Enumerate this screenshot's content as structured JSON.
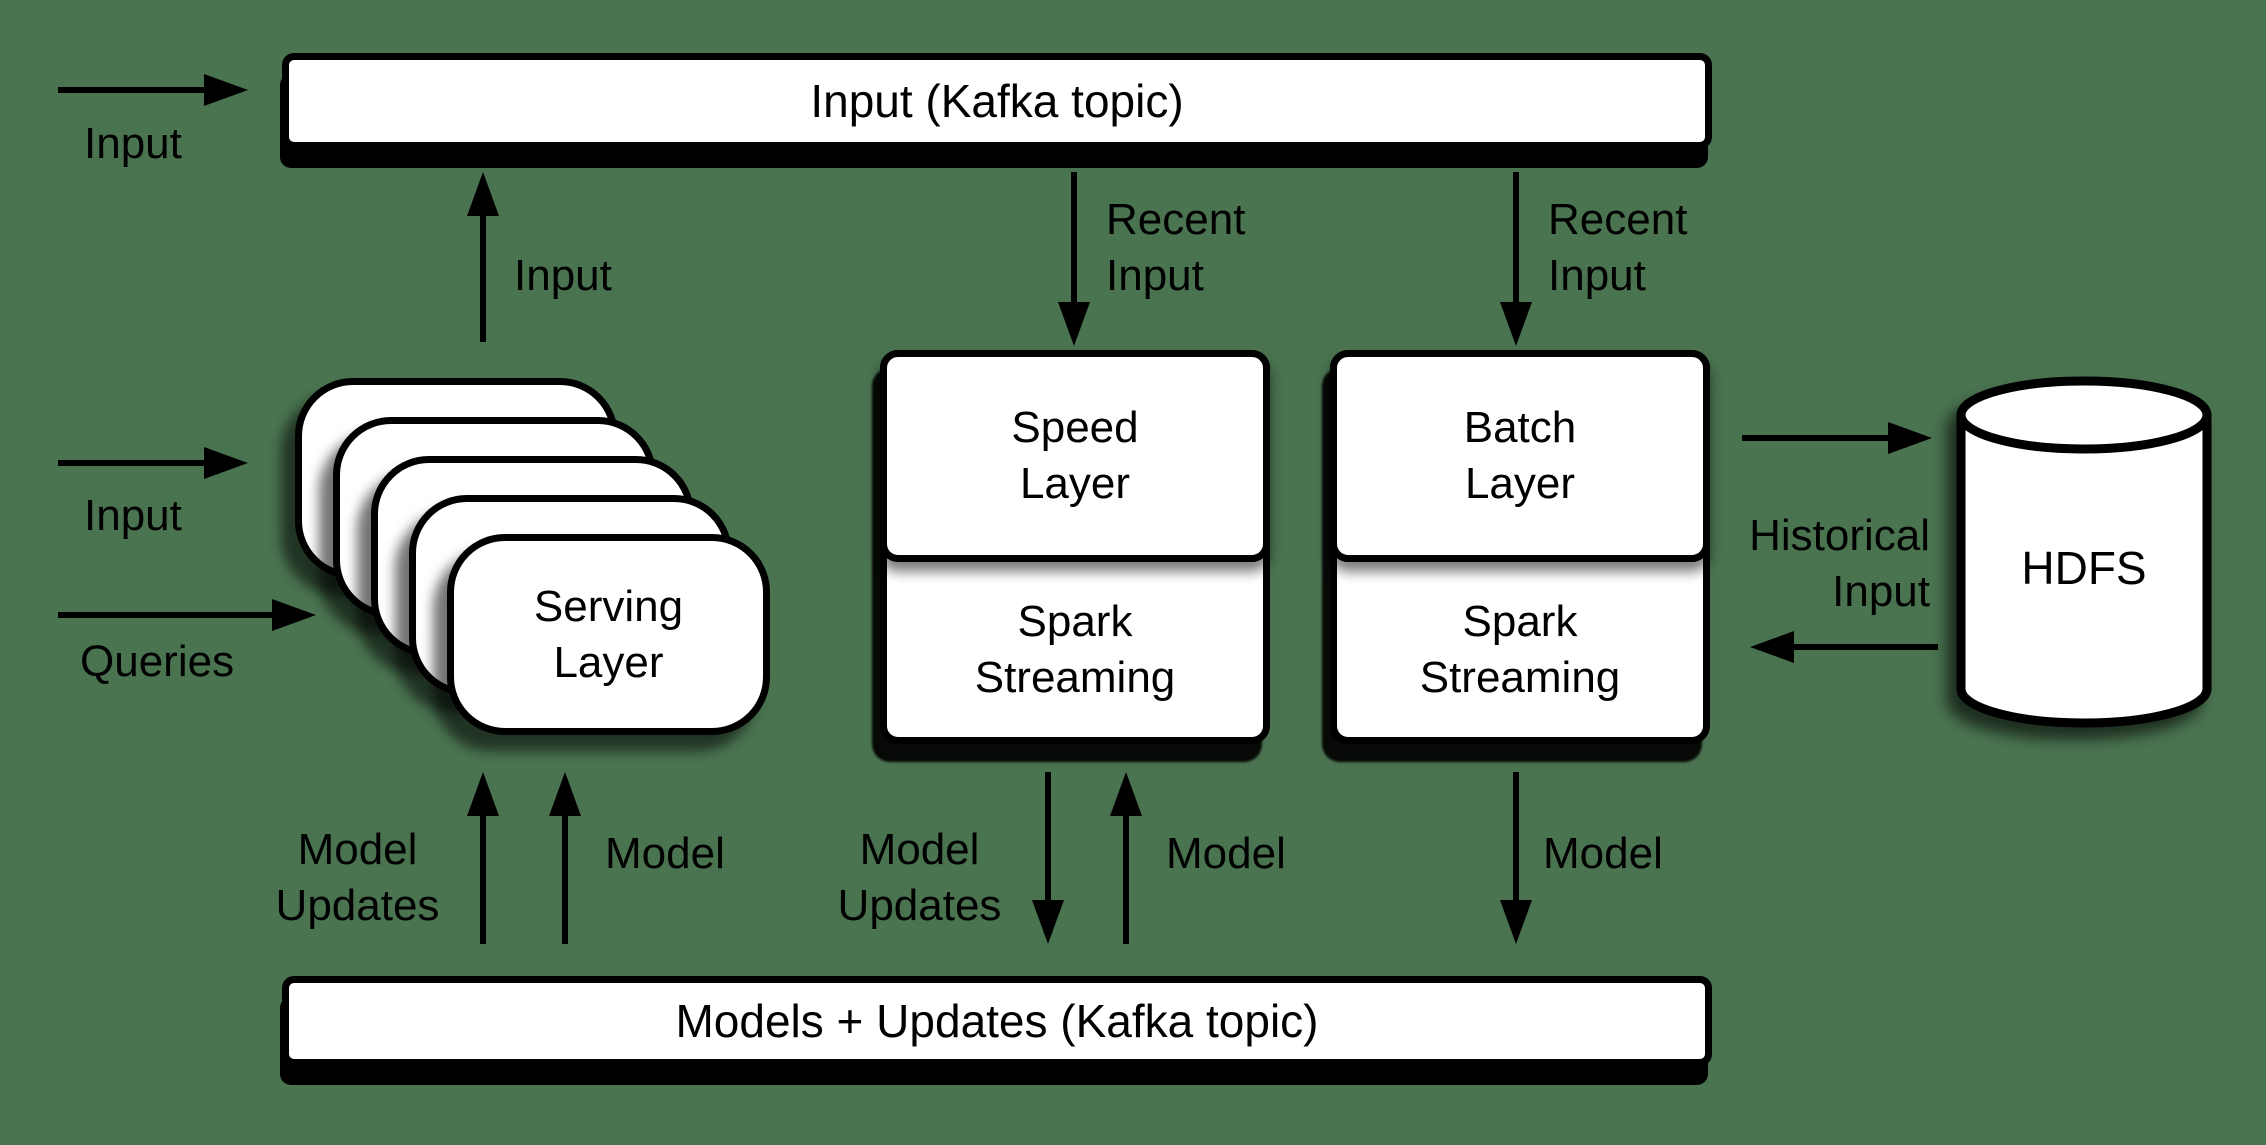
{
  "colors": {
    "background": "#4A7350",
    "ink": "#000000",
    "box_fill": "#FFFFFF"
  },
  "kafka_input_bar": {
    "label": "Input (Kafka topic)"
  },
  "kafka_models_bar": {
    "label": "Models + Updates (Kafka topic)"
  },
  "serving_layer": {
    "label": "Serving\nLayer",
    "stack_count": 5
  },
  "speed_layer": {
    "title": "Speed\nLayer",
    "engine": "Spark\nStreaming"
  },
  "batch_layer": {
    "title": "Batch\nLayer",
    "engine": "Spark\nStreaming"
  },
  "hdfs": {
    "label": "HDFS"
  },
  "flow_labels": {
    "external_input": "Input",
    "input_to_kafka": "Input",
    "recent_input_speed": "Recent\nInput",
    "recent_input_batch": "Recent\nInput",
    "input_to_serving": "Input",
    "queries": "Queries",
    "historical_input": "Historical\nInput",
    "model_updates_to_serving": "Model\nUpdates",
    "model_to_serving": "Model",
    "model_updates_from_speed": "Model\nUpdates",
    "model_to_speed": "Model",
    "model_from_batch": "Model"
  }
}
